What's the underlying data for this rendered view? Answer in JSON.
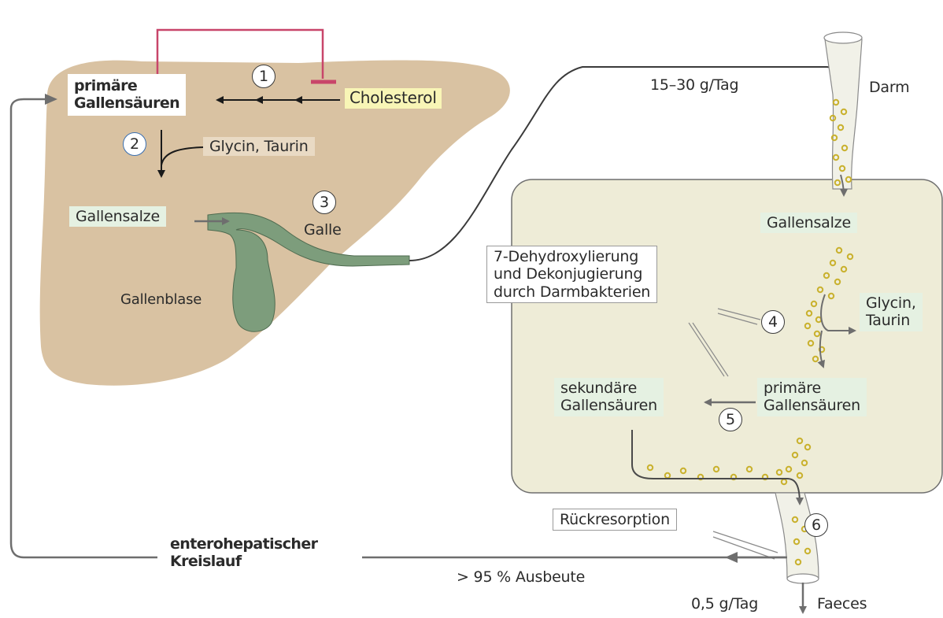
{
  "colors": {
    "liver": "#d9c2a2",
    "gallbladder": "#7d9d7c",
    "intestine_panel": "#eeecd7",
    "arrow": "#6e6e6e",
    "feedback_inhibition": "#c8456a",
    "bile_acid_dot": "#c9b12e"
  },
  "liver": {
    "primary_bile_acids_line1": "primäre",
    "primary_bile_acids_line2": "Gallensäuren",
    "cholesterol": "Cholesterol",
    "step1": "1",
    "step2": "2",
    "glycine_taurine": "Glycin, Taurin",
    "bile_salts": "Gallensalze",
    "step3": "3",
    "bile": "Galle",
    "gallbladder": "Gallenblase"
  },
  "flow": {
    "amount_per_day": "15–30 g/Tag",
    "intestine": "Darm"
  },
  "intestine_panel": {
    "bile_salts": "Gallensalze",
    "process_line1": "7-Dehydroxylierung",
    "process_line2": "und Dekonjugierung",
    "process_line3": "durch Darmbakterien",
    "step4": "4",
    "glycine_line1": "Glycin,",
    "glycine_line2": "Taurin",
    "secondary_line1": "sekundäre",
    "secondary_line2": "Gallensäuren",
    "step5": "5",
    "primary_line1": "primäre",
    "primary_line2": "Gallensäuren"
  },
  "bottom": {
    "reabsorption": "Rückresorption",
    "step6": "6",
    "circulation_line1": "enterohepatischer",
    "circulation_line2": "Kreislauf",
    "yield": "> 95 % Ausbeute",
    "faeces_amount": "0,5 g/Tag",
    "faeces": "Faeces"
  }
}
